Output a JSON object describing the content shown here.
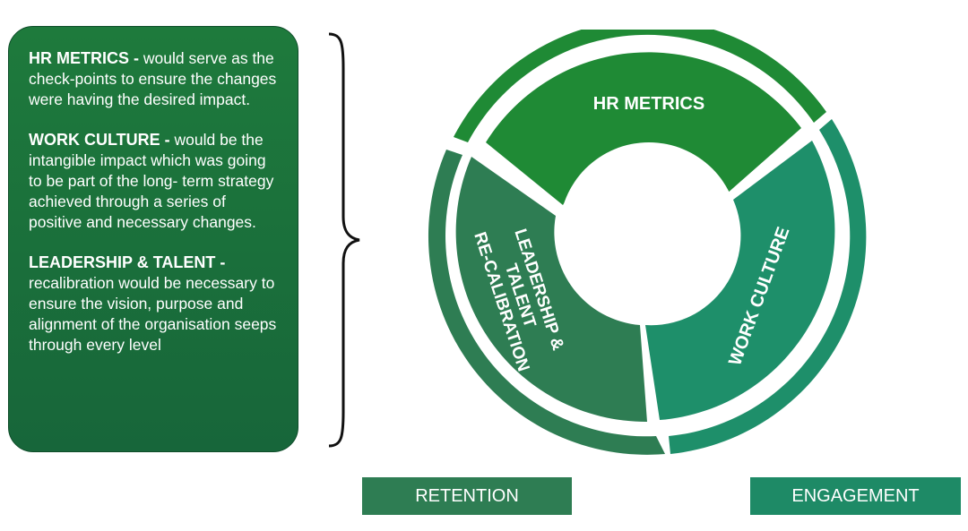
{
  "description_box": {
    "items": [
      {
        "heading": "HR METRICS -",
        "text": " would serve as the check-points to ensure the changes were having the desired impact."
      },
      {
        "heading": "WORK CULTURE -",
        "text": " would be the intangible impact which was going to be part of the long- term strategy achieved through a series of positive and necessary changes."
      },
      {
        "heading": "LEADERSHIP & TALENT -",
        "text": "recalibration would be necessary to ensure the vision, purpose and alignment of the organisation seeps through every level"
      }
    ]
  },
  "wheel": {
    "hr_metrics_label": "HR METRICS",
    "work_culture_label": "WORK CULTURE",
    "leadership_line1": "LEADERSHIP &",
    "leadership_line2": "TALENT",
    "leadership_line3": "RE-CALIBRATION"
  },
  "tags": {
    "retention": "RETENTION",
    "engagement": "ENGAGEMENT"
  },
  "colors": {
    "box_green": "#1e7a3c",
    "hr_metrics_green": "#1f8a35",
    "work_culture_teal": "#1e8f6a",
    "leadership_green": "#2e7d53",
    "retention_tag": "#2e7d53",
    "engagement_tag": "#1e8a66"
  }
}
